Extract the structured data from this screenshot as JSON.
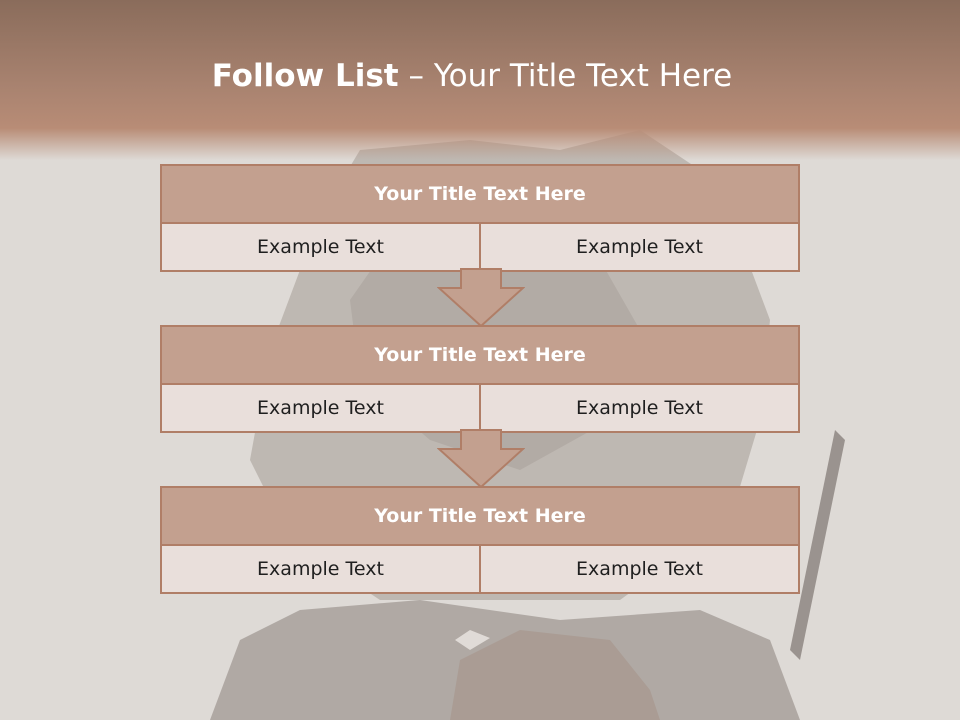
{
  "slide": {
    "title_bold": "Follow List",
    "title_rest": " – Your Title Text Here"
  },
  "blocks": [
    {
      "title": "Your Title Text Here",
      "left": "Example Text",
      "right": "Example Text"
    },
    {
      "title": "Your Title Text Here",
      "left": "Example Text",
      "right": "Example Text"
    },
    {
      "title": "Your Title Text Here",
      "left": "Example Text",
      "right": "Example Text"
    }
  ],
  "colors": {
    "header": "#a98370",
    "block_title_fill": "#c3a08f",
    "block_cell_fill": "#e9dfdb",
    "border": "#b07e67"
  },
  "icons": [
    "down-arrow-icon",
    "down-arrow-icon"
  ]
}
